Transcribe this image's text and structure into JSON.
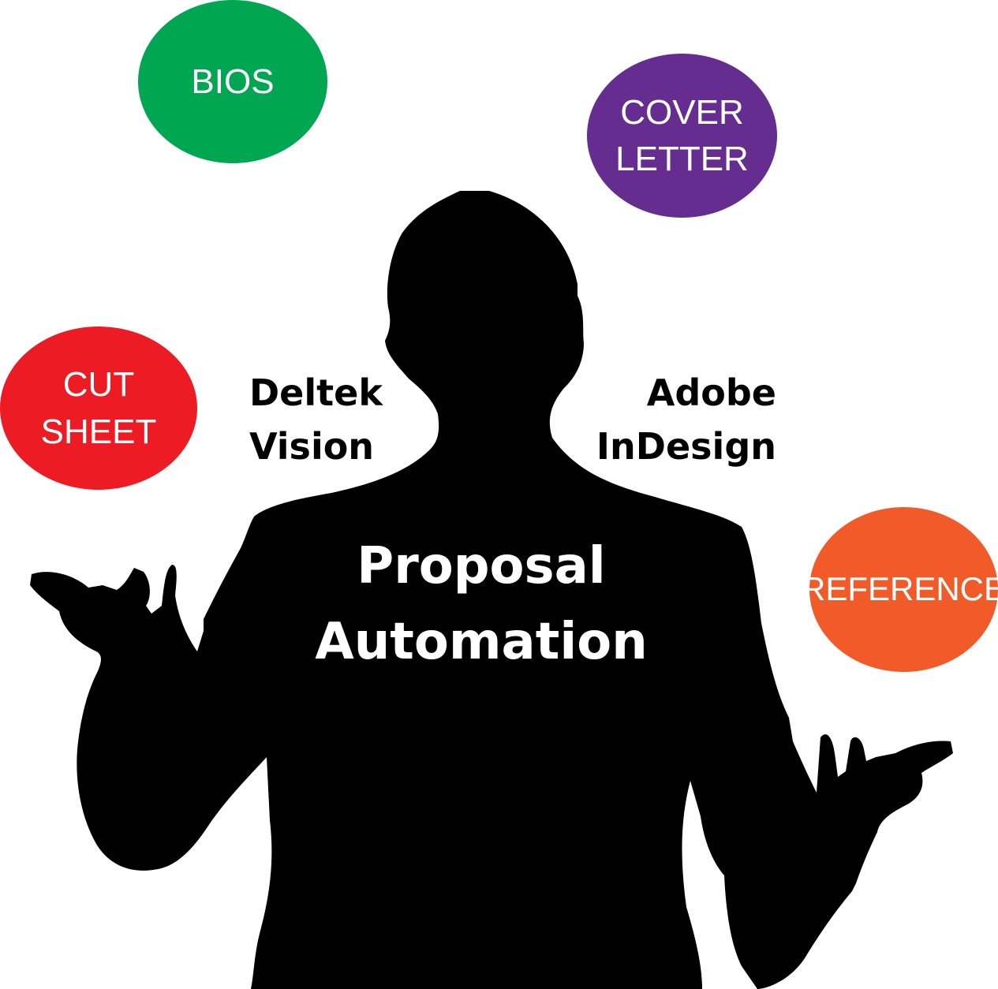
{
  "center": {
    "title": "Proposal\nAutomation"
  },
  "tools": {
    "left": "Deltek\nVision",
    "right": "Adobe\nInDesign"
  },
  "bubbles": [
    {
      "id": "bios",
      "label": "BIOS",
      "color": "#00a651"
    },
    {
      "id": "cover",
      "label": "COVER\nLETTER",
      "color": "#662d91"
    },
    {
      "id": "cut",
      "label": "CUT\nSHEET",
      "color": "#ed1c24"
    },
    {
      "id": "ref",
      "label": "REFERENCE",
      "color": "#f15a29"
    }
  ],
  "colors": {
    "silhouette": "#000000",
    "background": "#ffffff"
  }
}
